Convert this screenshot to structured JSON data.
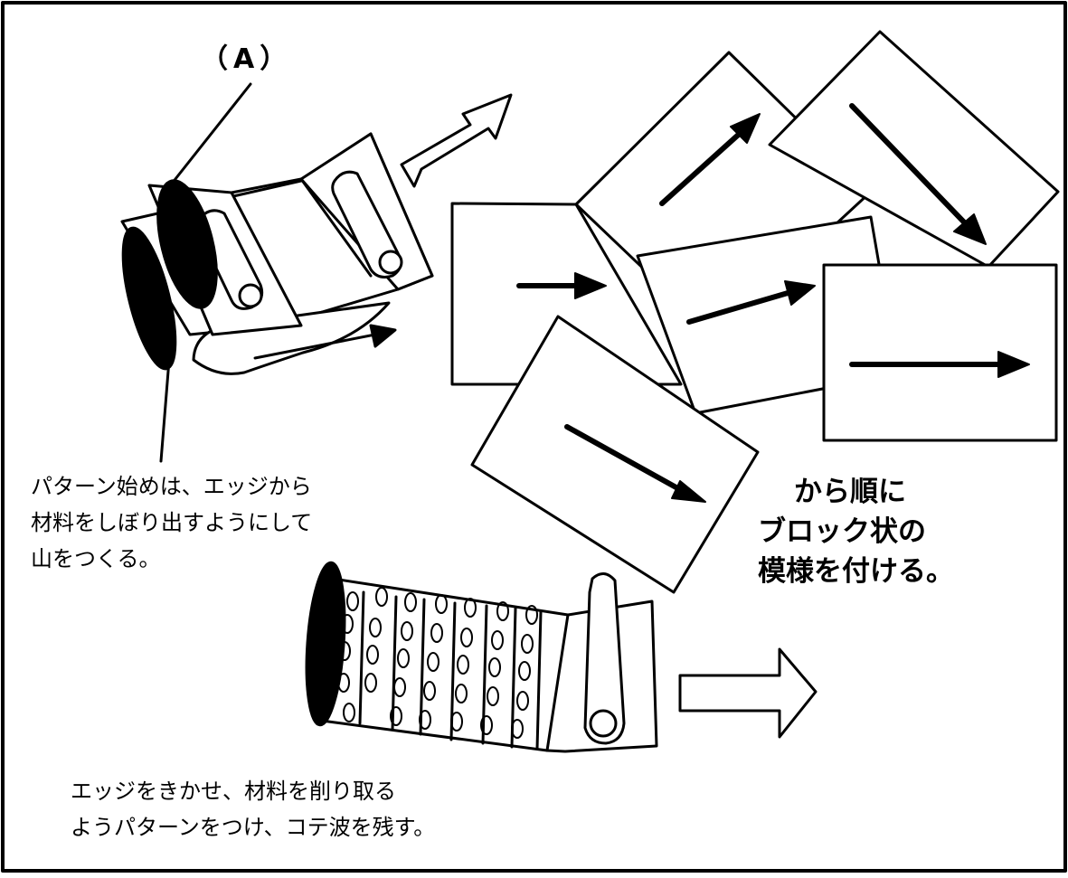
{
  "label_a": "（A）",
  "caption_top": [
    "パターン始めは、エッジから",
    "材料をしぼり出すようにして",
    "山をつくる。"
  ],
  "caption_right": [
    "から順に",
    "ブロック状の",
    "模様を付ける。"
  ],
  "caption_bottom": [
    "エッジをきかせ、材料を削り取る",
    "ようパターンをつけ、コテ波を残す。"
  ],
  "colors": {
    "ink": "#000000",
    "paper": "#ffffff"
  },
  "icons": [
    "trowel-icon",
    "outline-arrow-icon",
    "direction-arrow-icon"
  ]
}
